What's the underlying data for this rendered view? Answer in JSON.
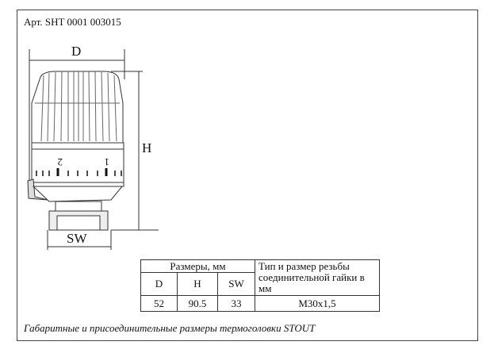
{
  "article": "Арт. SHT 0001 003015",
  "drawing": {
    "d_label": "D",
    "h_label": "H",
    "sw_label": "SW",
    "scale_marks": [
      "2",
      "1"
    ]
  },
  "table": {
    "group_header": "Размеры, мм",
    "thread_header": "Тип и размер резьбы соединительной гайки в мм",
    "columns": [
      "D",
      "H",
      "SW"
    ],
    "values": [
      "52",
      "90.5",
      "33"
    ],
    "thread_value": "M30x1,5"
  },
  "caption": "Габаритные и присоединительные размеры термоголовки STOUT"
}
